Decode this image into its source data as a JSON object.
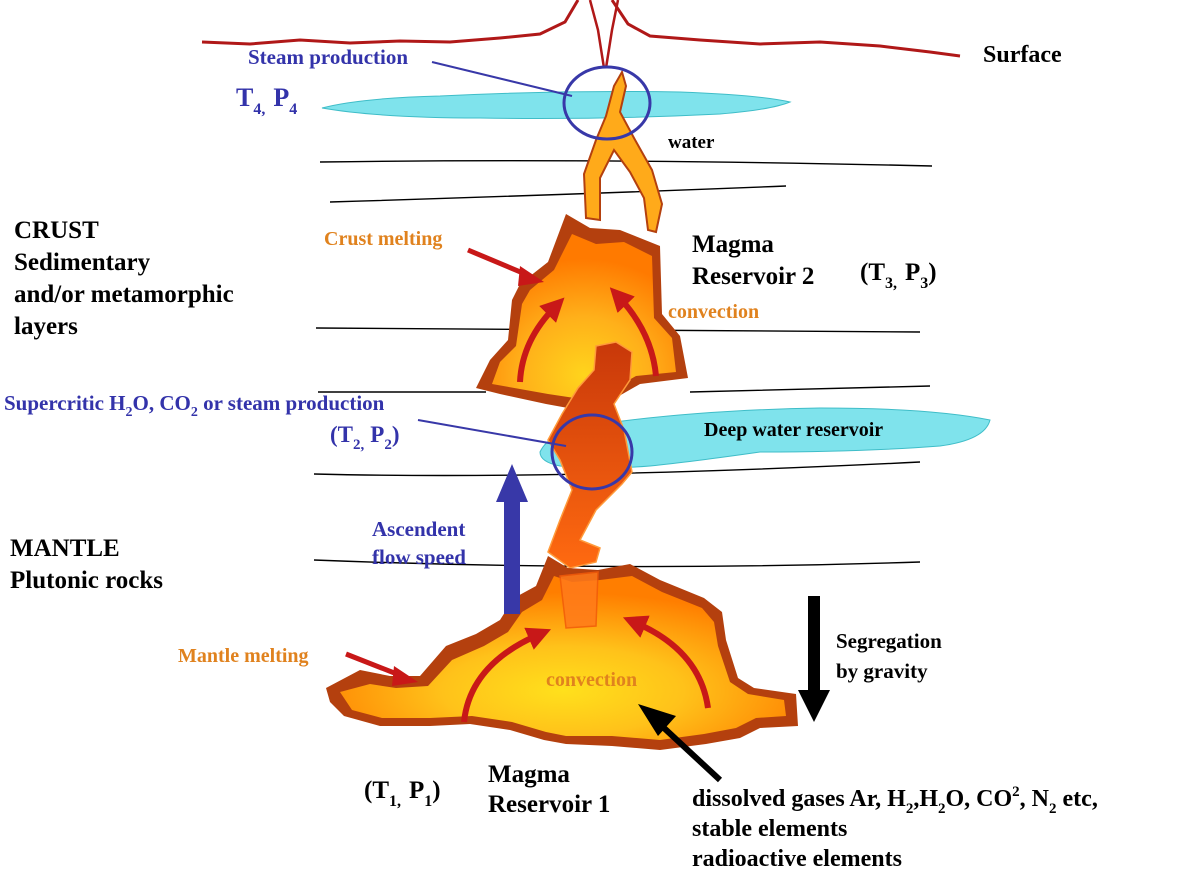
{
  "colors": {
    "surface_line": "#b01818",
    "water": "#7fe3ec",
    "magma_outer": "#b4400e",
    "magma_core": "#ff8a00",
    "magma_light": "#ffd21c",
    "conduit": "#c83a0a",
    "blue_label": "#3333aa",
    "orange_label": "#e0821e",
    "arrow_red": "#c81818",
    "arrow_blue": "#3838a8"
  },
  "labels": {
    "surface": "Surface",
    "steam_production": "Steam production",
    "t4p4": {
      "t": "T",
      "t_sub": "4,",
      "p": "P",
      "p_sub": "4"
    },
    "water": "water",
    "crust": [
      "CRUST",
      "Sedimentary",
      "and/or metamorphic",
      "layers"
    ],
    "crust_melting": "Crust melting",
    "magma_reservoir_2": [
      "Magma",
      "Reservoir 2"
    ],
    "t3p3": {
      "open": "(T",
      "t_sub": "3,",
      "p": "P",
      "p_sub": "3",
      "close": ")"
    },
    "convection_upper": "convection",
    "supercritic": {
      "a": "Supercritic H",
      "s1": "2",
      "b": "O, CO",
      "s2": "2",
      "c": " or steam production"
    },
    "t2p2": {
      "open": "(T",
      "t_sub": "2,",
      "p": "P",
      "p_sub": "2",
      "close": ")"
    },
    "deep_water_reservoir": "Deep water reservoir",
    "ascendent_flow": [
      "Ascendent",
      "flow speed"
    ],
    "mantle": [
      "MANTLE",
      "Plutonic rocks"
    ],
    "mantle_melting": "Mantle melting",
    "convection_lower": "convection",
    "segregation": [
      "Segregation",
      "by gravity"
    ],
    "t1p1": {
      "open": "(T",
      "t_sub": "1,",
      "p": "P",
      "p_sub": "1",
      "close": ")"
    },
    "magma_reservoir_1": [
      "Magma",
      "Reservoir 1"
    ],
    "dissolved": {
      "a": "dissolved gases Ar, H",
      "s1": "2",
      "b": ",H",
      "s2": "2",
      "c": "O, CO",
      "sup": "2",
      "d": ", N",
      "s3": "2",
      "e": " etc,"
    },
    "stable_elements": "stable elements",
    "radioactive_elements": "radioactive elements"
  }
}
